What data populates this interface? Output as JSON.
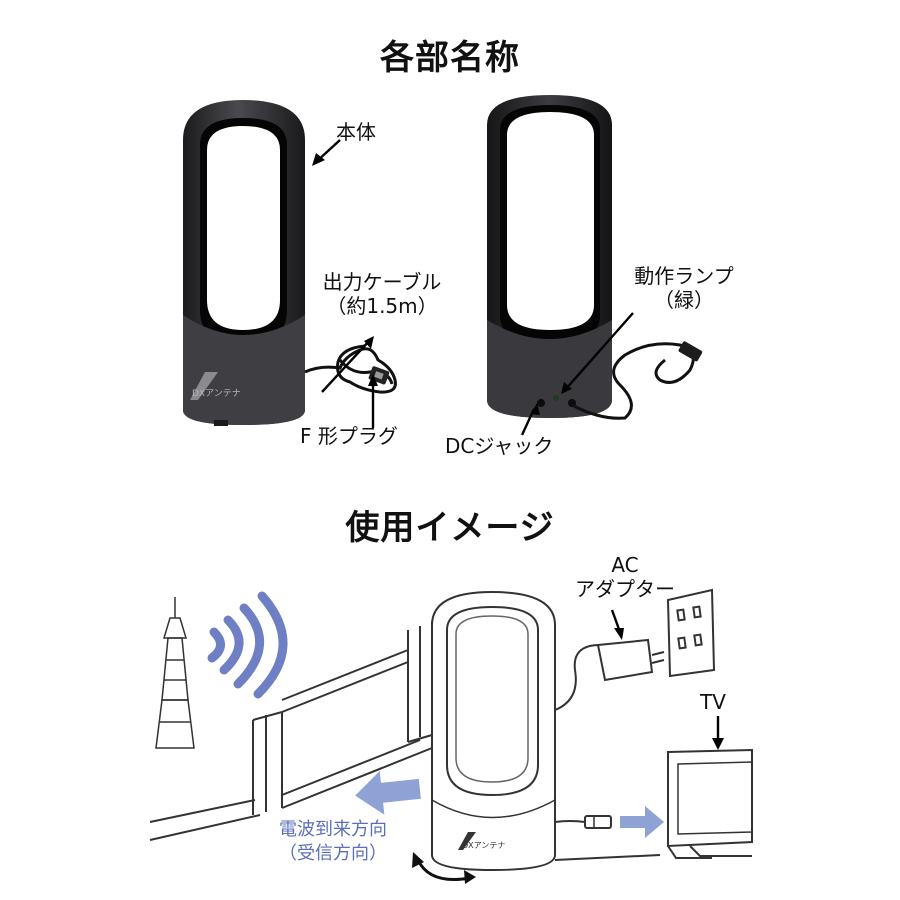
{
  "sections": {
    "parts_title": "各部名称",
    "usage_title": "使用イメージ"
  },
  "parts": {
    "body": "本体",
    "cable_line1": "出力ケーブル",
    "cable_line2": "（約1.5m）",
    "f_plug": "F 形プラグ",
    "lamp_line1": "動作ランプ",
    "lamp_line2": "（緑）",
    "dc_jack": "DCジャック",
    "logo": "DXアンテナ"
  },
  "usage": {
    "ac_line1": "AC",
    "ac_line2": "アダプター",
    "tv": "TV",
    "wave_line1": "電波到来方向",
    "wave_line2": "（受信方向）",
    "logo": "DXアンテナ"
  },
  "colors": {
    "device_body": "#3a3a3c",
    "device_dark": "#0c0c0d",
    "wave_blue": "#6f7fc4",
    "arrow_blue": "#8fa2d6",
    "label_blue": "#5b6fb8"
  }
}
